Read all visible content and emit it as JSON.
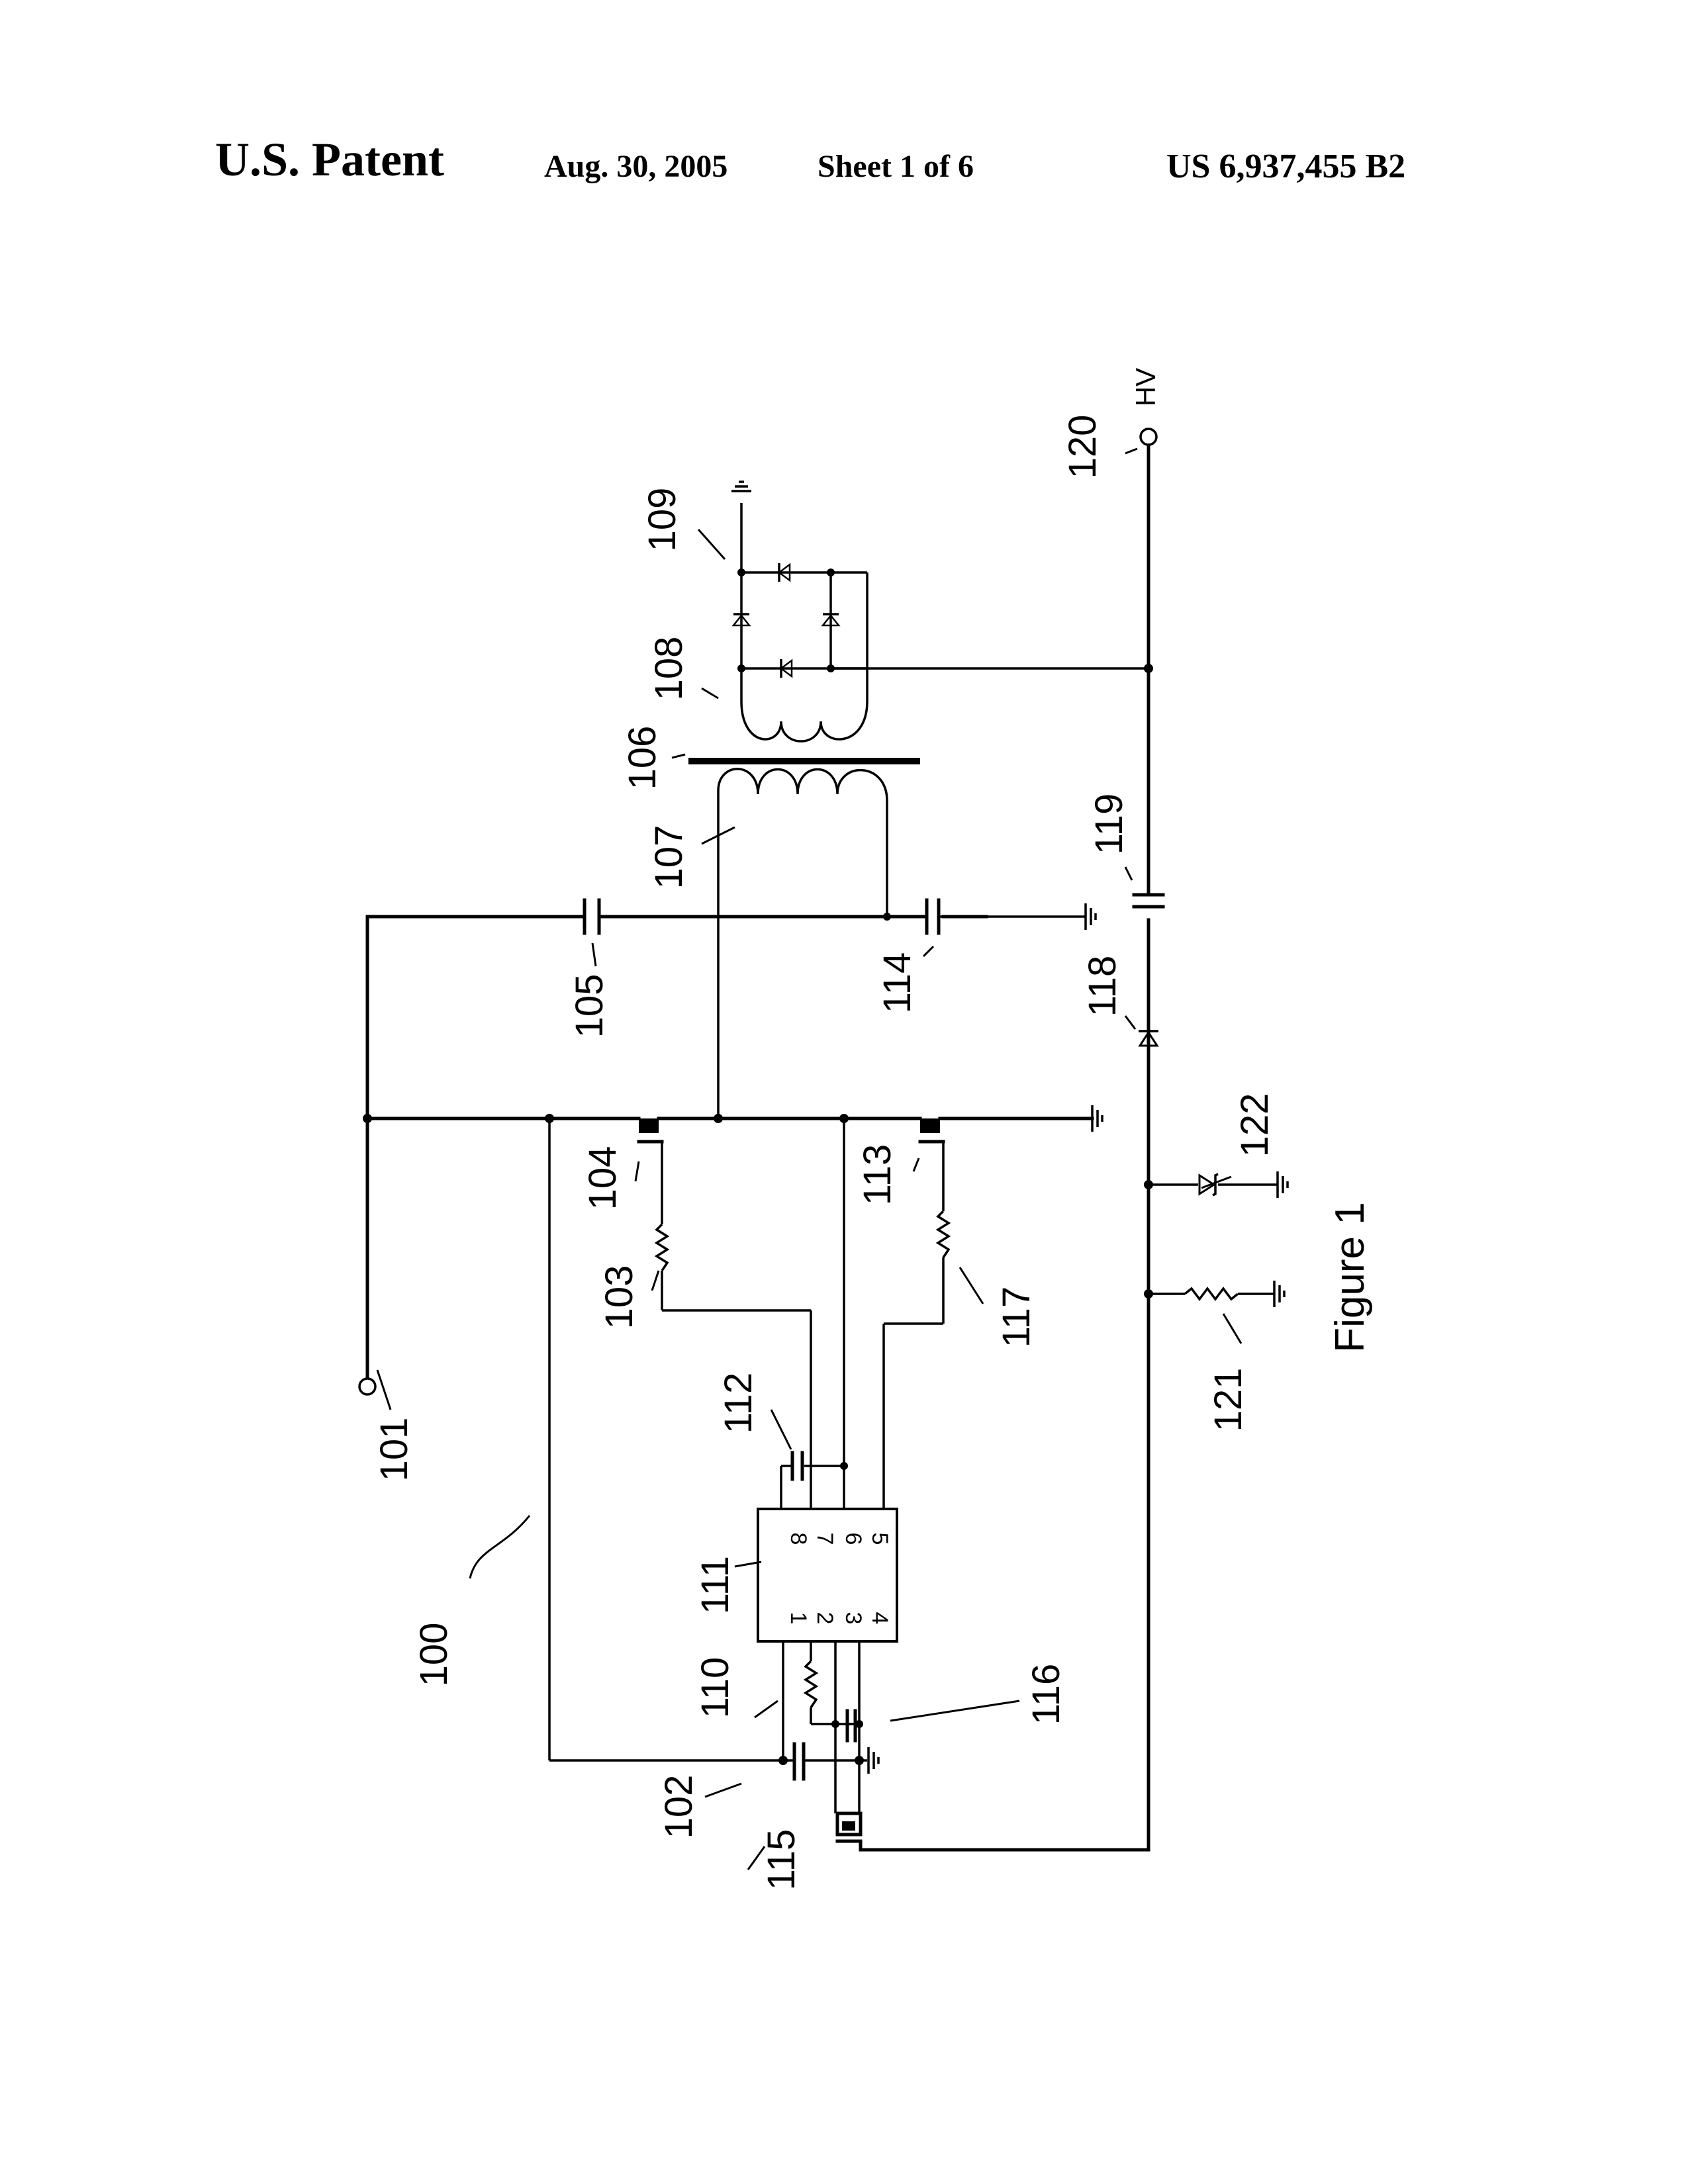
{
  "header": {
    "title": "U.S. Patent",
    "date": "Aug. 30, 2005",
    "sheet": "Sheet 1 of 6",
    "patent_number": "US 6,937,455 B2"
  },
  "figure": {
    "caption": "Figure 1",
    "hv_terminal_label": "HV",
    "reference_numerals": {
      "circuit": "100",
      "input_terminal": "101",
      "cap_102": "102",
      "resistor_103": "103",
      "transistor_104": "104",
      "cap_105": "105",
      "core_106": "106",
      "primary_107": "107",
      "secondary_108": "108",
      "rectifier_109": "109",
      "resistor_110": "110",
      "ic_111": "111",
      "cap_112": "112",
      "transistor_113": "113",
      "cap_114": "114",
      "transistor_115": "115",
      "cap_116": "116",
      "resistor_117": "117",
      "diode_118": "118",
      "cap_119": "119",
      "hv_terminal_120": "120",
      "resistor_121": "121",
      "zener_122": "122"
    },
    "ic_pins": {
      "top": [
        "8",
        "7",
        "6",
        "5"
      ],
      "bottom": [
        "1",
        "2",
        "3",
        "4"
      ]
    }
  }
}
